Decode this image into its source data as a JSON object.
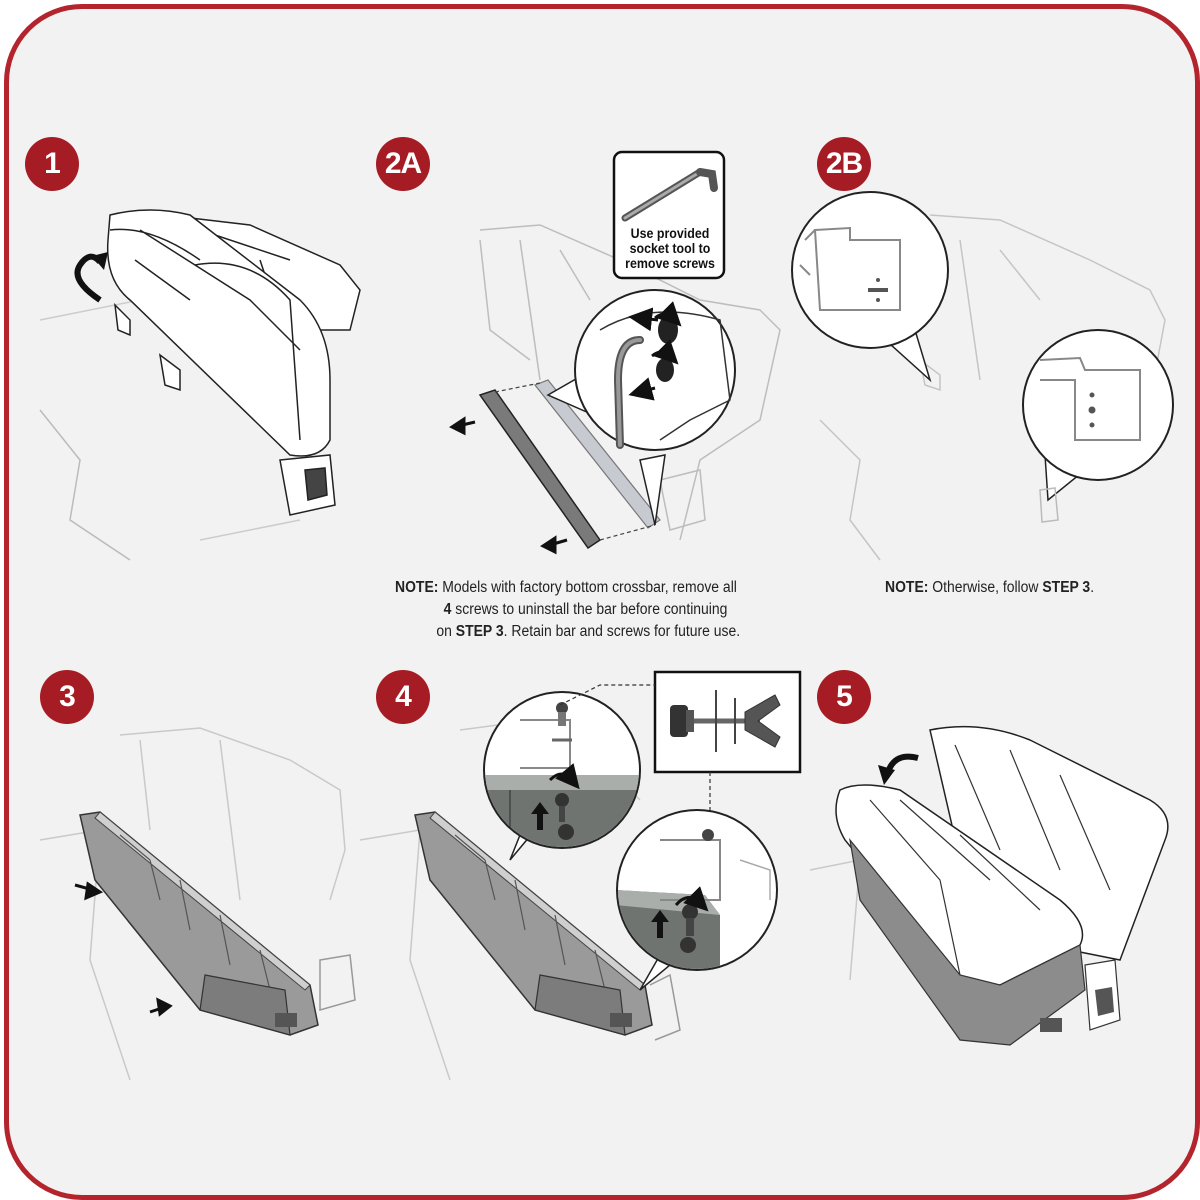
{
  "colors": {
    "accent": "#a61c24",
    "frame": "#b3242d",
    "panel": "#f2f2f2",
    "tray": "#8a8a8a"
  },
  "steps": [
    {
      "label": "1"
    },
    {
      "label": "2A"
    },
    {
      "label": "2B"
    },
    {
      "label": "3"
    },
    {
      "label": "4"
    },
    {
      "label": "5"
    }
  ],
  "callout": {
    "line1": "Use provided",
    "line2": "socket tool to",
    "line3": "remove screws"
  },
  "note_2a": {
    "prefix": "NOTE:",
    "line1": "Models with factory bottom crossbar, remove all",
    "line2_bold": "4",
    "line2_rest": "screws to uninstall the bar before continuing",
    "line3_pre": "on",
    "line3_bold": "STEP 3",
    "line3_rest": ". Retain bar and screws for future use."
  },
  "note_2b": {
    "prefix": "NOTE:",
    "text": "Otherwise, follow",
    "step": "STEP 3",
    "end": "."
  }
}
